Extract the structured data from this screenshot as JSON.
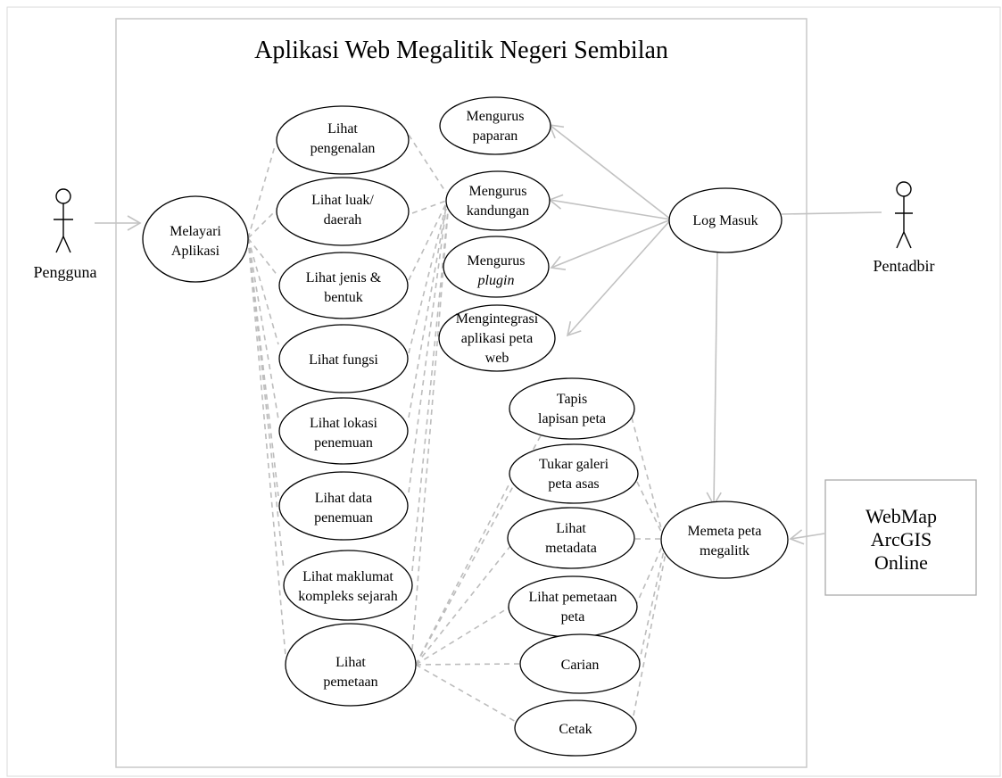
{
  "title": "Aplikasi Web Megalitik Negeri Sembilan",
  "actors": {
    "user": "Pengguna",
    "admin": "Pentadbir",
    "external_lines": [
      "WebMap",
      "ArcGIS",
      "Online"
    ]
  },
  "use_cases": {
    "browse": [
      "Melayari",
      "Aplikasi"
    ],
    "intro": [
      "Lihat",
      "pengenalan"
    ],
    "area": [
      "Lihat luak/",
      "daerah"
    ],
    "type": [
      "Lihat jenis &",
      "bentuk"
    ],
    "function": [
      "Lihat fungsi"
    ],
    "location": [
      "Lihat lokasi",
      "penemuan"
    ],
    "data": [
      "Lihat data",
      "penemuan"
    ],
    "history": [
      "Lihat maklumat",
      "kompleks sejarah"
    ],
    "mapping": [
      "Lihat",
      "pemetaan"
    ],
    "display": [
      "Mengurus",
      "paparan"
    ],
    "content": [
      "Mengurus",
      "kandungan"
    ],
    "plugin": [
      "Mengurus",
      "plugin"
    ],
    "integrate": [
      "Mengintegrasi",
      "aplikasi peta",
      "web"
    ],
    "login": [
      "Log Masuk"
    ],
    "filter": [
      "Tapis",
      "lapisan peta"
    ],
    "gallery": [
      "Tukar galeri",
      "peta asas"
    ],
    "metadata": [
      "Lihat",
      "metadata"
    ],
    "mapview": [
      "Lihat pemetaan",
      "peta"
    ],
    "search": [
      "Carian"
    ],
    "print": [
      "Cetak"
    ],
    "megamap": [
      "Memeta peta",
      "megalitk"
    ]
  },
  "colors": {
    "connector": "#bcbcbc",
    "frame": "#c9c9c9",
    "outline": "#000000"
  }
}
